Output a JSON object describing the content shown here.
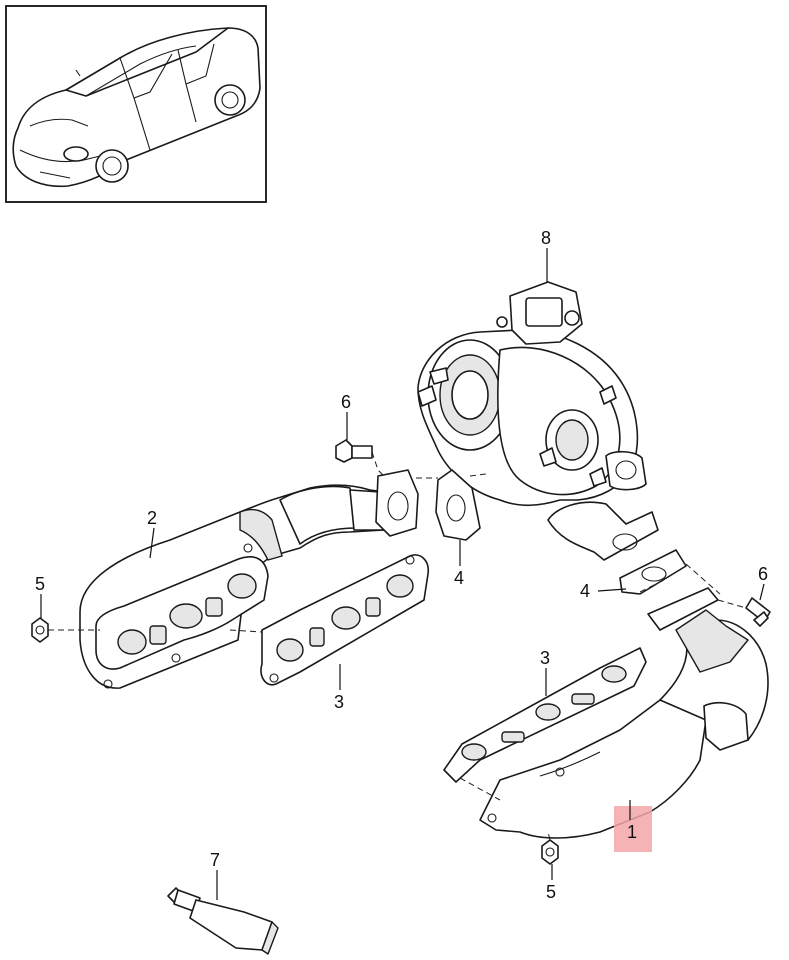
{
  "callouts": [
    {
      "id": "1",
      "label": "1",
      "highlighted": true
    },
    {
      "id": "2",
      "label": "2"
    },
    {
      "id": "3a",
      "label": "3"
    },
    {
      "id": "3b",
      "label": "3"
    },
    {
      "id": "4a",
      "label": "4"
    },
    {
      "id": "4b",
      "label": "4"
    },
    {
      "id": "5a",
      "label": "5"
    },
    {
      "id": "5b",
      "label": "5"
    },
    {
      "id": "6a",
      "label": "6"
    },
    {
      "id": "6b",
      "label": "6"
    },
    {
      "id": "7",
      "label": "7"
    },
    {
      "id": "8",
      "label": "8"
    }
  ],
  "colors": {
    "highlight": "#f4a6a8",
    "line": "#1a1a1a",
    "shade": "#e6e6e6",
    "background": "#ffffff"
  }
}
